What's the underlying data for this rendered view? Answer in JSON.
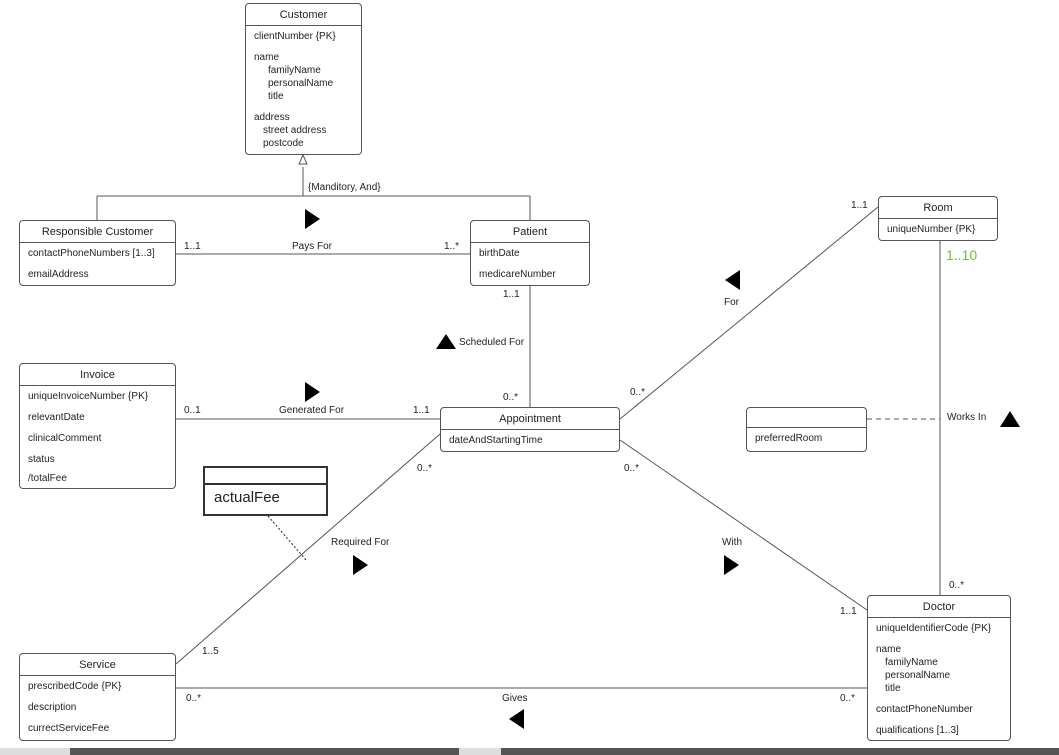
{
  "constraint": "{Manditory, And}",
  "classes": {
    "customer": {
      "name": "Customer",
      "pk": "clientNumber {PK}",
      "name_attr": "name",
      "family": "familyName",
      "personal": "personalName",
      "title": "title",
      "address": "address",
      "street": "street address",
      "postcode": "postcode"
    },
    "responsible": {
      "name": "Responsible Customer",
      "a1": "contactPhoneNumbers [1..3]",
      "a2": "emailAddress"
    },
    "patient": {
      "name": "Patient",
      "a1": "birthDate",
      "a2": "medicareNumber"
    },
    "room": {
      "name": "Room",
      "a1": "uniqueNumber {PK}"
    },
    "invoice": {
      "name": "Invoice",
      "a1": "uniqueInvoiceNumber {PK}",
      "a2": "relevantDate",
      "a3": "clinicalComment",
      "a4": "status",
      "a5": "/totalFee"
    },
    "appointment": {
      "name": "Appointment",
      "a1": "dateAndStartingTime"
    },
    "assoc": {
      "name": "",
      "a1": "preferredRoom"
    },
    "service": {
      "name": "Service",
      "a1": "prescribedCode {PK}",
      "a2": "description",
      "a3": "currectServiceFee"
    },
    "doctor": {
      "name": "Doctor",
      "pk": "uniqueIdentifierCode {PK}",
      "name_attr": "name",
      "family": "familyName",
      "personal": "personalName",
      "title": "title",
      "phone": "contactPhoneNumber",
      "qual": "qualifications [1..3]"
    },
    "note": {
      "text": "actualFee"
    }
  },
  "associations": {
    "pays_for": {
      "label": "Pays For",
      "m1": "1..1",
      "m2": "1..*"
    },
    "scheduled_for": {
      "label": "Scheduled For",
      "m1": "1..1",
      "m2": "0..*"
    },
    "generated_for": {
      "label": "Generated For",
      "m1": "0..1",
      "m2": "1..1"
    },
    "for": {
      "label": "For",
      "m1": "0..*",
      "m2": "1..1"
    },
    "works_in": {
      "label": "Works In",
      "m1": "1..10",
      "m2": "0..*"
    },
    "required_for": {
      "label": "Required For",
      "m1": "0..*",
      "m2": "1..5"
    },
    "with": {
      "label": "With",
      "m1": "0..*",
      "m2": "1..1"
    },
    "gives": {
      "label": "Gives",
      "m1": "0..*",
      "m2": "0..*"
    }
  },
  "colors": {
    "line": "#555555",
    "green": "#6abf3a",
    "arrow": "#000000"
  }
}
